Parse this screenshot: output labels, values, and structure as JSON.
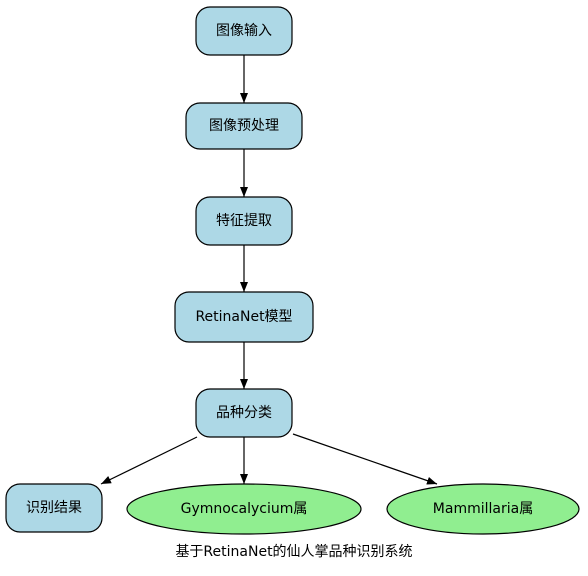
{
  "diagram": {
    "caption": "基于RetinaNet的仙人掌品种识别系统",
    "colors": {
      "process_fill": "#add8e6",
      "class_fill": "#90ee90",
      "stroke": "#000000",
      "edge": "#000000"
    },
    "nodes": {
      "input": {
        "label": "图像输入"
      },
      "preprocess": {
        "label": "图像预处理"
      },
      "features": {
        "label": "特征提取"
      },
      "model": {
        "label": "RetinaNet模型"
      },
      "classify": {
        "label": "品种分类"
      },
      "result": {
        "label": "识别结果"
      },
      "gymno": {
        "label": "Gymnocalycium属"
      },
      "mammillaria": {
        "label": "Mammillaria属"
      }
    },
    "edges": [
      {
        "from": "input",
        "to": "preprocess"
      },
      {
        "from": "preprocess",
        "to": "features"
      },
      {
        "from": "features",
        "to": "model"
      },
      {
        "from": "model",
        "to": "classify"
      },
      {
        "from": "classify",
        "to": "result"
      },
      {
        "from": "classify",
        "to": "gymno"
      },
      {
        "from": "classify",
        "to": "mammillaria"
      }
    ]
  }
}
